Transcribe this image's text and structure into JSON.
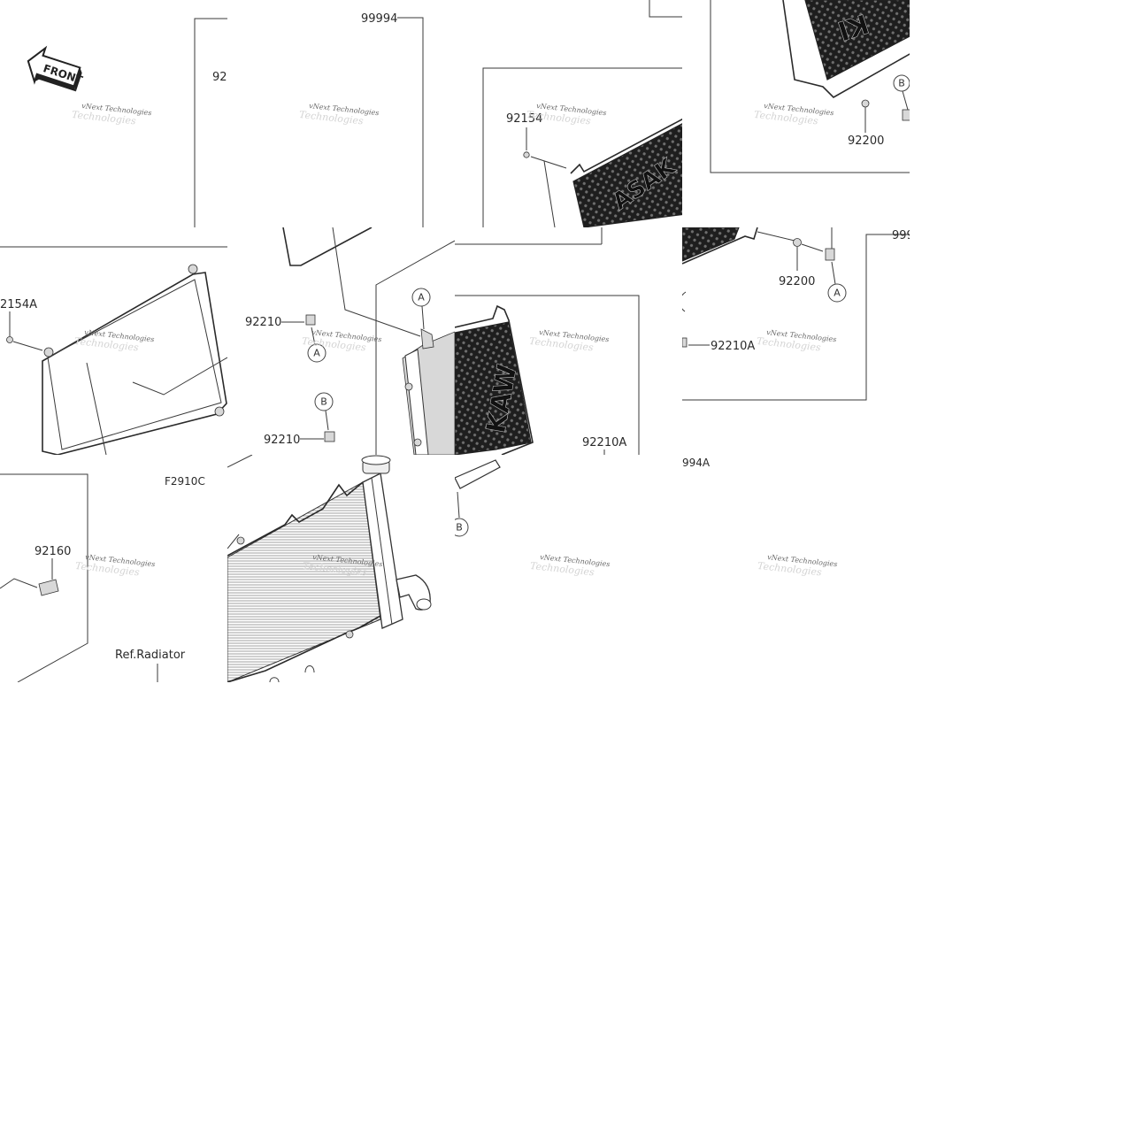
{
  "diagram": {
    "front_label": "FRONT",
    "figure_code": "F2910C",
    "reference": "Ref.Radiator",
    "brand_fragments": [
      "KI",
      "ASAK",
      "KAW"
    ],
    "watermark_line1": "vNext Technologies",
    "watermark_line2": "Technologies",
    "parts": {
      "p99994": "99994",
      "p99994_cut": "999",
      "p99994A_cut": "994A",
      "p92_cut": "92",
      "p92154": "92154",
      "p92154A_cut": "2154A",
      "p92200_top": "92200",
      "p92200_mid": "92200",
      "p92210_a": "92210",
      "p92210_b": "92210",
      "p92210A_left": "92210A",
      "p92210A_right": "92210A",
      "p92160": "92160"
    },
    "markers": {
      "a": "A",
      "b": "B"
    }
  }
}
